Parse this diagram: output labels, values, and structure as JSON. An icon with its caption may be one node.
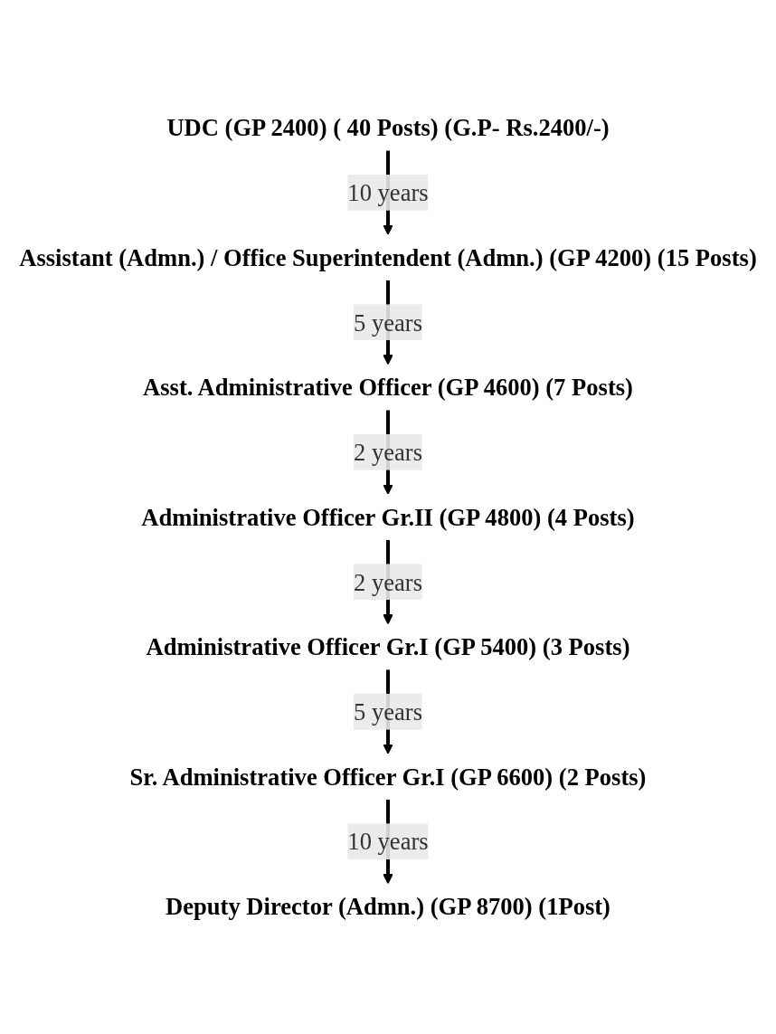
{
  "diagram": {
    "nodes": [
      {
        "text": [
          "UDC (GP 2400) ( 40 Posts) (G.P- Rs.2400/-)"
        ]
      },
      {
        "text": [
          "Assistant (Admn.) / Office Superintendent (Admn.) (GP 4200) (15 Posts)"
        ]
      },
      {
        "text": [
          "Asst. Administrative Officer (GP 4600) (7 Posts)"
        ]
      },
      {
        "text": [
          "Administrative Officer Gr.II (GP 4800) (4 Posts)"
        ]
      },
      {
        "text": [
          "Administrative Officer Gr.I (GP 5400) (3 Posts)"
        ]
      },
      {
        "text": [
          "Sr. Administrative Officer Gr.I (GP 6600) (2 Posts)"
        ]
      },
      {
        "text": [
          "Deputy Director (Admn.) (GP 8700) (1Post)"
        ]
      }
    ],
    "edges": [
      {
        "from": 0,
        "to": 1,
        "arrow": "to",
        "label": "10 years"
      },
      {
        "from": 1,
        "to": 2,
        "arrow": "to",
        "label": "5 years"
      },
      {
        "from": 2,
        "to": 3,
        "arrow": "to",
        "label": "2 years"
      },
      {
        "from": 3,
        "to": 4,
        "arrow": "to",
        "label": "2 years"
      },
      {
        "from": 4,
        "to": 5,
        "arrow": "to",
        "label": "5 years"
      },
      {
        "from": 5,
        "to": 6,
        "arrow": "to",
        "label": "10 years"
      }
    ]
  }
}
